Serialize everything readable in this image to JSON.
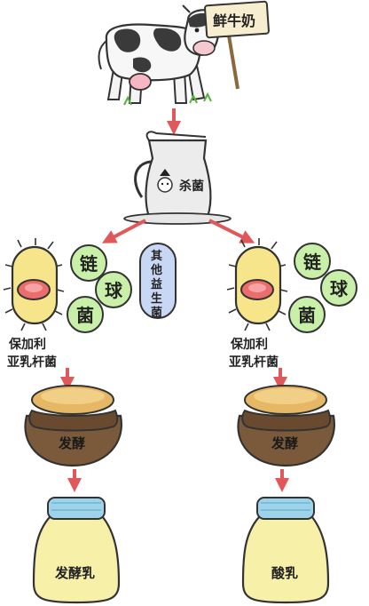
{
  "sign": {
    "text": "鲜牛奶"
  },
  "pitcher": {
    "label": "杀菌"
  },
  "probiotic": {
    "chars": [
      "其",
      "他",
      "益",
      "生",
      "菌"
    ]
  },
  "left_branch": {
    "cocci": [
      "链",
      "球",
      "菌"
    ],
    "bacillus_line1": "保加利",
    "bacillus_line2": "亚乳杆菌",
    "pot_label": "发酵",
    "jar_label": "发酵乳"
  },
  "right_branch": {
    "cocci": [
      "链",
      "球",
      "菌"
    ],
    "bacillus_line1": "保加利",
    "bacillus_line2": "亚乳杆菌",
    "pot_label": "发酵",
    "jar_label": "酸乳"
  },
  "colors": {
    "arrow": "#e2585a",
    "bacillus": "#f6e58a",
    "coccus": "#c8f0a8",
    "probiotic": "#c8d8f4",
    "pot": "#7a5a3a",
    "lid": "#e6b866",
    "jar": "#f7f0a8",
    "jar_lid": "#9fd3ea"
  }
}
